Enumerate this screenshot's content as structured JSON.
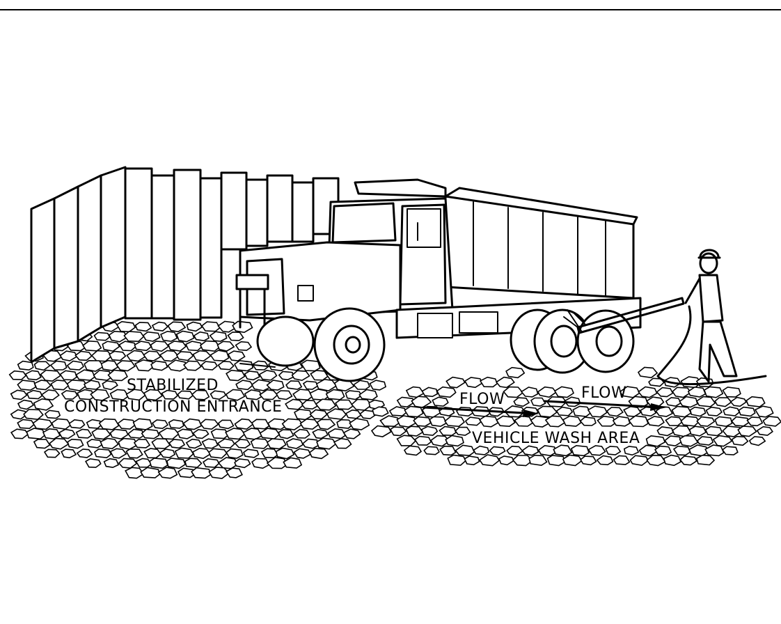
{
  "labels": {
    "stabilized": "STABILIZED",
    "construction_entrance": "CONSTRUCTION ENTRANCE",
    "flow_left": "FLOW",
    "flow_right": "FLOW",
    "vehicle_wash_area": "VEHICLE WASH AREA"
  },
  "colors": {
    "ink": "#000000",
    "background": "#ffffff"
  }
}
